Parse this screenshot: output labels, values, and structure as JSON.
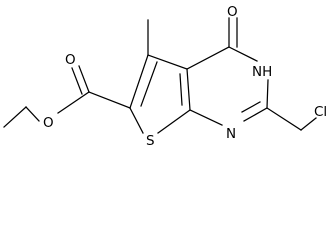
{
  "molecule": {
    "labels": {
      "carbonyl_oxygen": "O",
      "ester_carbonyl_oxygen": "O",
      "ester_ether_oxygen": "O",
      "sulfur": "S",
      "ring_nitrogen": "N",
      "nh": "NH",
      "nh_hydrogen": "H",
      "nh_nitrogen": "N",
      "chlorine": "Cl"
    }
  }
}
